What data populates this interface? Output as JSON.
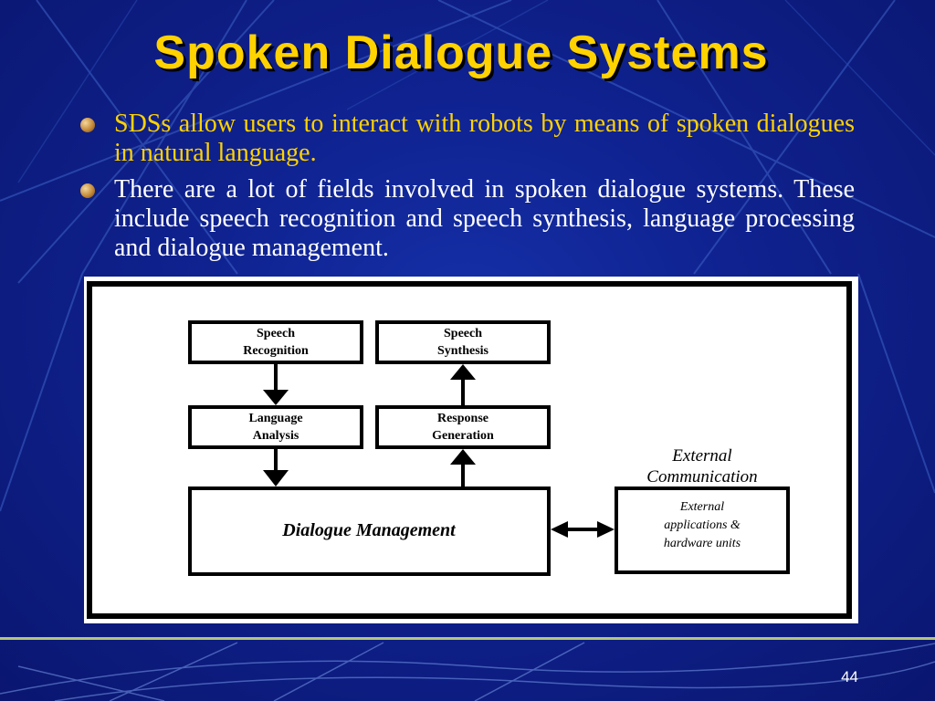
{
  "slide": {
    "title": "Spoken Dialogue Systems",
    "bullets": [
      "SDSs allow users to interact with robots by means of spoken dialogues in natural language.",
      "There are a lot of fields involved in spoken dialogue systems. These include speech recognition and speech synthesis, language processing and dialogue management."
    ],
    "page_number": "44"
  },
  "diagram": {
    "speech_recognition": [
      "Speech",
      "Recognition"
    ],
    "speech_synthesis": [
      "Speech",
      "Synthesis"
    ],
    "language_analysis": [
      "Language",
      "Analysis"
    ],
    "response_generation": [
      "Response",
      "Generation"
    ],
    "dialogue_management": "Dialogue Management",
    "external_communication": [
      "External",
      "Communication"
    ],
    "external_apps": [
      "External",
      "applications &",
      "hardware units"
    ]
  },
  "colors": {
    "background": "#0f2290",
    "title": "#ffd200",
    "bullet_1_text": "#ffd200",
    "bullet_2_text": "#ffffff"
  }
}
